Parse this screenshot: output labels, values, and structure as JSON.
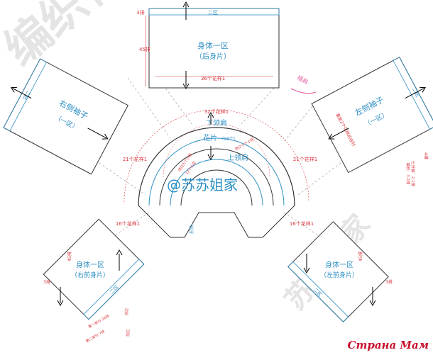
{
  "colors": {
    "outline": "#333333",
    "pattern": "#2d8fc4",
    "measure": "#d9363e",
    "accent": "#e0559a",
    "dashed": "#aaaaaa",
    "brand": "#c8102e"
  },
  "back_panel": {
    "title": "身体一区",
    "subtitle": "（后身片）",
    "top_zone": "二区",
    "rows": "3排",
    "height_rows": "45排",
    "width_motifs": "36个花样1"
  },
  "right_sleeve": {
    "title": "右侧袖子",
    "zone": "（一区）",
    "edge_zone": "二区"
  },
  "left_sleeve": {
    "title": "左侧袖子",
    "zone": "（一区）",
    "edge_zone": "二区",
    "rows": "4排",
    "side_note": "重复2个花样后收针",
    "count_note": "袖长：3.2排",
    "count_note_2": "七分袖：2.1排",
    "shoulder_label": "插肩"
  },
  "yoke": {
    "lower_shoulder": "下领肩",
    "upper_shoulder": "上领肩",
    "motif": "花片",
    "motif_count": "（18个）",
    "motif_outer": "32个花样1",
    "motif_21_left": "21个花样1",
    "motif_21_right": "21个花样1",
    "motif_16_left": "16个花样1",
    "motif_16_right": "16个花样1",
    "small_note_left": "领口六个小花",
    "small_note_left_2": "12个小花",
    "small_note_right": "领口十个小花",
    "front_edge": "前领"
  },
  "right_front": {
    "title": "身体一区",
    "subtitle": "（右前身片）",
    "zone": "二区",
    "rows": "45排",
    "edge_rows": "3排",
    "note_1": "第一部分 26排",
    "note_2": "第二部分 7排",
    "tag_1": "前边",
    "tag_2": "前边"
  },
  "left_front": {
    "title": "身体一区",
    "subtitle": "（左前身片）",
    "zone": "二区",
    "rows": "45排",
    "edge_rows": "3排"
  },
  "watermark": {
    "handle": "@苏苏姐家",
    "bg_1": "编织社",
    "bg_2": "苏苏姐家"
  },
  "brand": {
    "name": "Страна Мам"
  }
}
